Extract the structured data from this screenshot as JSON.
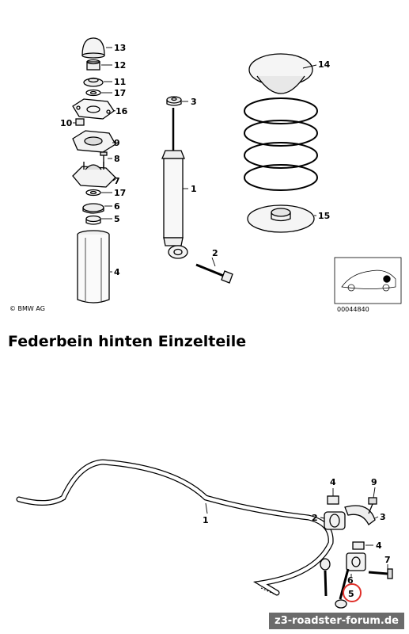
{
  "top": {
    "copyright": "© BMW AG",
    "image_number": "00044840",
    "callouts": [
      "13",
      "12",
      "11",
      "17",
      "16",
      "10",
      "9",
      "8",
      "7",
      "17",
      "6",
      "5",
      "4",
      "3",
      "1",
      "2",
      "14",
      "15"
    ]
  },
  "heading": "Federbein hinten Einzelteile",
  "bottom": {
    "callouts": [
      "1",
      "4",
      "9",
      "2",
      "3",
      "4",
      "6",
      "7",
      "5"
    ]
  },
  "watermark": "z3-roadster-forum.de",
  "colors": {
    "highlight": "#e0302a",
    "watermark_bg": "#6b6b6b"
  }
}
